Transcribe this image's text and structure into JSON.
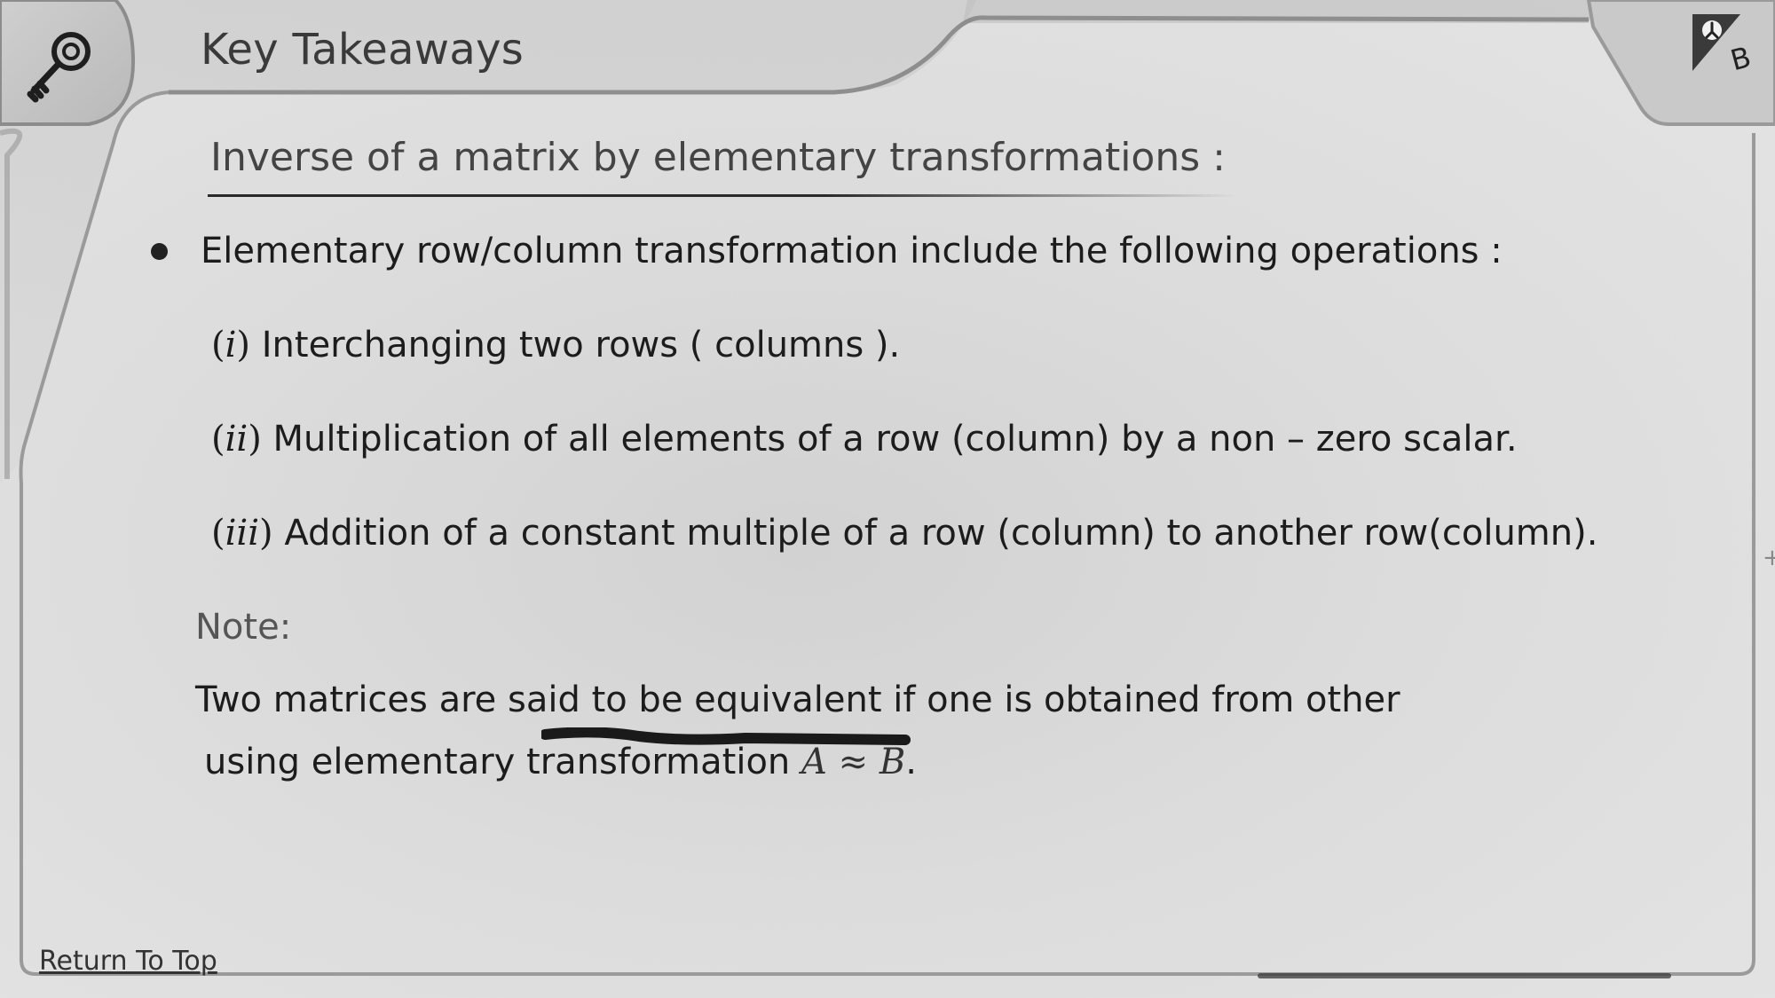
{
  "header": {
    "title": "Key Takeaways",
    "key_icon": "key-icon",
    "logo_icon": "brand-logo-icon"
  },
  "section": {
    "title": "Inverse of a matrix by elementary transformations :"
  },
  "bullet": {
    "text": "Elementary row/column  transformation include the following operations :"
  },
  "operations": [
    {
      "num": "i",
      "text": "Interchanging two rows ( columns )."
    },
    {
      "num": "ii",
      "text": "Multiplication of all elements of a row (column) by a non – zero scalar."
    },
    {
      "num": "iii",
      "text": "Addition of a constant multiple of a row (column) to another row(column)."
    }
  ],
  "note": {
    "label": "Note:",
    "line1": "Two matrices are said to be equivalent if one is obtained from other",
    "line2": "using elementary transformation",
    "math": "A ≈ B",
    "end": "."
  },
  "footer": {
    "return_label": "Return To Top"
  },
  "colors": {
    "background": "#dcdcdc",
    "frame": "#9a9a9a",
    "text": "#1c1c1c",
    "pen": "#1a1a1a"
  }
}
